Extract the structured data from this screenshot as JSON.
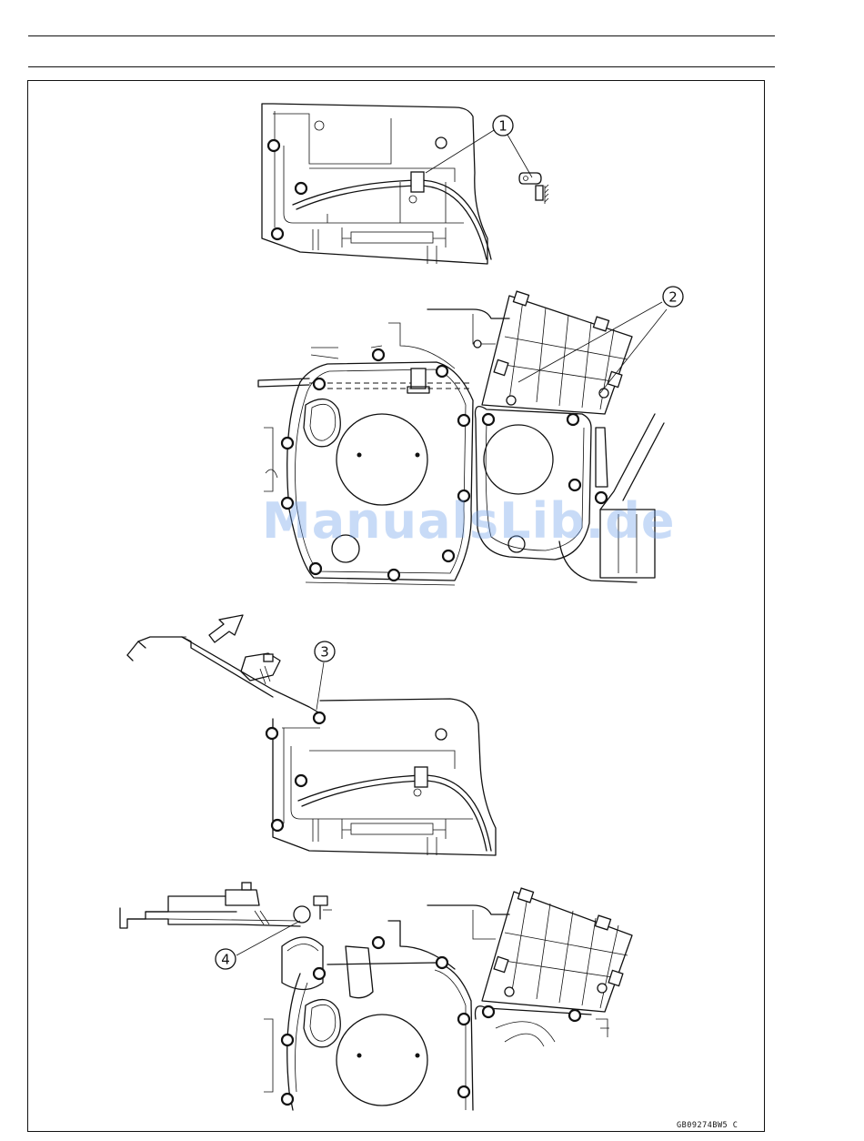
{
  "callouts": [
    {
      "number": "1"
    },
    {
      "number": "2"
    },
    {
      "number": "3"
    },
    {
      "number": "4"
    }
  ],
  "watermark": "ManualsLib.de",
  "figure_code": "GB09274BW5 C"
}
